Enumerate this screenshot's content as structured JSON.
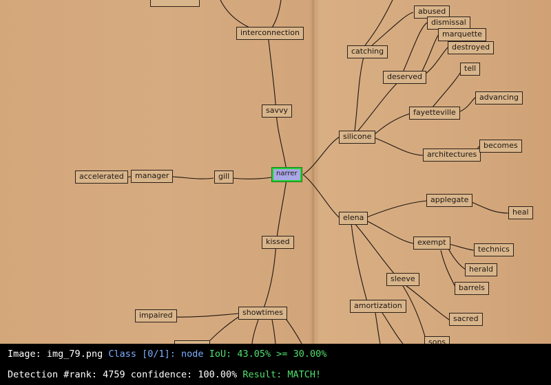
{
  "mindmap": {
    "center": "narrer",
    "nodes": {
      "top_partial": "",
      "interconnection": "interconnection",
      "savvy": "savvy",
      "accelerated": "accelerated",
      "manager": "manager",
      "gill": "gill",
      "kissed": "kissed",
      "impaired": "impaired",
      "showtimes": "showtimes",
      "bottom_partial": "",
      "catching": "catching",
      "abused": "abused",
      "dismissal": "dismissal",
      "marquette": "marquette",
      "destroyed": "destroyed",
      "deserved": "deserved",
      "tell": "tell",
      "fayetteville": "fayetteville",
      "advancing": "advancing",
      "silicone": "silicone",
      "architectures": "architectures",
      "becomes": "becomes",
      "applegate": "applegate",
      "heal": "heal",
      "elena": "elena",
      "exempt": "exempt",
      "technics": "technics",
      "herald": "herald",
      "barrels": "barrels",
      "sleeve": "sleeve",
      "amortization": "amortization",
      "sacred": "sacred",
      "sons": "sons"
    }
  },
  "status": {
    "line1": {
      "image_label": "Image:",
      "image_name": "img_79.png",
      "class_label": "Class [0/1]:",
      "class_name": "node",
      "iou": "IoU: 43.05% >= 30.00%"
    },
    "line2": {
      "rank": "Detection #rank: 4759 confidence: 100.00%",
      "result": "Result: MATCH!"
    }
  }
}
